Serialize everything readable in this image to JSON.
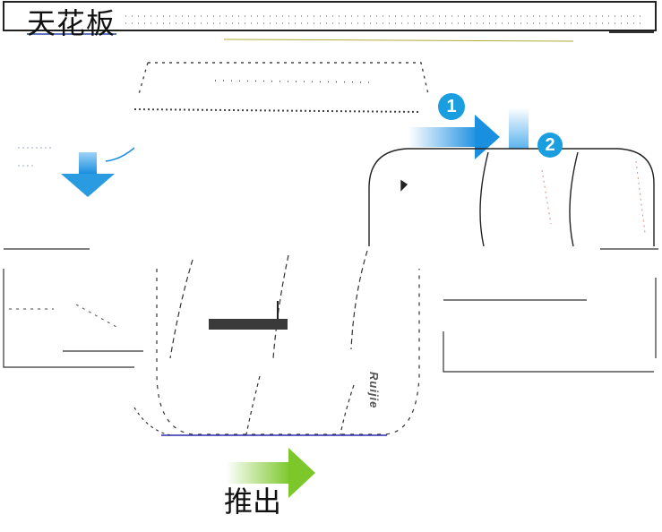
{
  "header": {
    "title": "天花板"
  },
  "steps": [
    {
      "label": "1"
    },
    {
      "label": "2"
    }
  ],
  "action": {
    "label": "推出"
  },
  "device": {
    "brand": "Ruijie"
  },
  "colors": {
    "blue_arrow": "#2a9be0",
    "green_arrow": "#8fd43a",
    "badge": "#1a9ee0"
  }
}
